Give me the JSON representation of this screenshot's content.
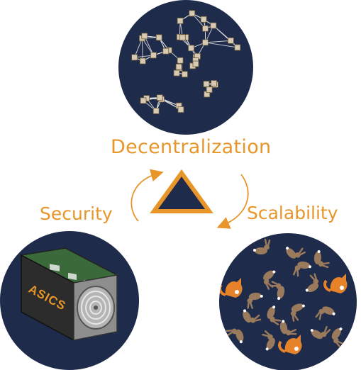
{
  "colors": {
    "accent": "#e8962a",
    "circle_bg": "#1f2b4a",
    "triangle_fill": "#1f2b4a",
    "node": "#d7c9b2",
    "fox": "#e6832a",
    "rabbit": "#9a7a5c"
  },
  "labels": {
    "decentralization": "Decentralization",
    "security": "Security",
    "scalability": "Scalability"
  },
  "miner": {
    "label": "ASICS"
  },
  "icons": {
    "network": "network-graph-icon",
    "miner": "asic-miner-icon",
    "animals": "fox-rabbit-pattern-icon",
    "triangle": "triangle-icon"
  }
}
